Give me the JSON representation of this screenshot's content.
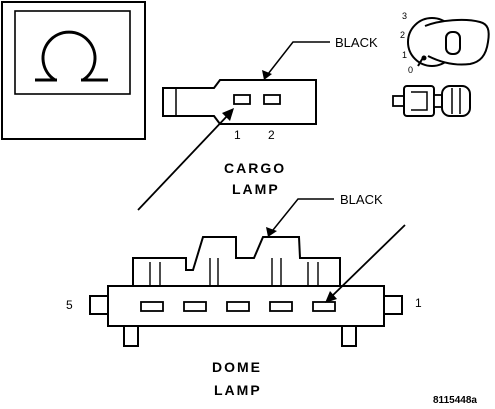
{
  "labels": {
    "cargo_wire": "BLACK",
    "dome_wire": "BLACK",
    "cargo_title_line1": "CARGO",
    "cargo_title_line2": "LAMP",
    "dome_title_line1": "DOME",
    "dome_title_line2": "LAMP",
    "cargo_pin1": "1",
    "cargo_pin2": "2",
    "dome_pin_left": "5",
    "dome_pin_right": "1",
    "figure_code": "8115448a"
  },
  "key_icon": {
    "scale": [
      "3",
      "2",
      "1",
      "0"
    ]
  }
}
